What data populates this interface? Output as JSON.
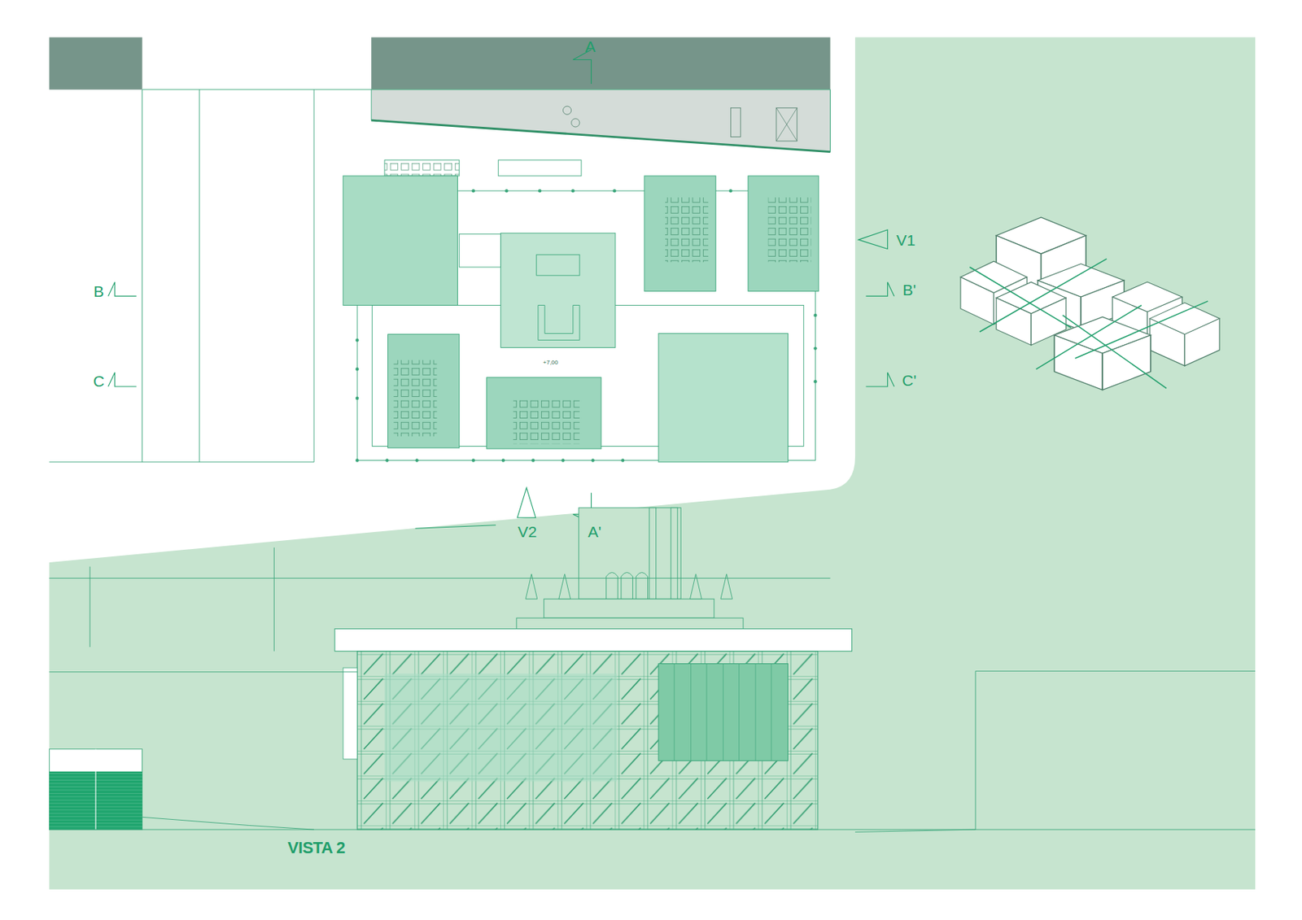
{
  "diagram": {
    "labels": [
      "A",
      "V1",
      "B",
      "B'",
      "C",
      "C'",
      "+7,00",
      "V2",
      "A'",
      "VISTA 2"
    ]
  }
}
